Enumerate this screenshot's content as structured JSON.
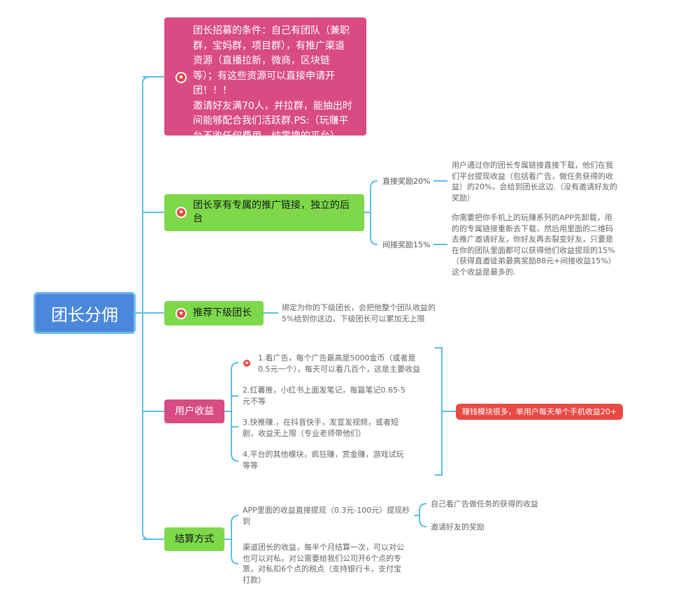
{
  "root": {
    "label": "团长分佣"
  },
  "recruit": {
    "lines": [
      "团长招募的条件：自己有团队（兼职",
      "群，宝妈群，项目群），有推广渠道",
      "资源（直播拉新，微商，区块链",
      "等）；有这些资源可以直接申请开",
      "团！！！",
      "邀请好友满70人，并拉群，能抽出时",
      "间能够配合我们活跃群.PS:（玩赚平",
      "台不收任何费用，纯零撸的平台）"
    ]
  },
  "exclusive": {
    "lines": [
      "团长享有专属的推广链接，独立的后",
      "台"
    ],
    "direct_label": "直接奖励20%",
    "direct_desc": [
      "用户通过你的团长专属链接直接下载，他们在我",
      "们平台提现收益（包括看广告，做任务获得的收",
      "益）的20%，会给到团长这边.（没有邀请好友的",
      "奖励）"
    ],
    "indirect_label": "间接奖励15%",
    "indirect_desc": [
      "你需要把你手机上的玩赚系列的APP先卸载，用",
      "的的专属链接重新去下载，然后用里面的二维码",
      "去推广邀请好友，你好友再去裂变好友，只要是",
      "在你的团队里面都可以获得他们收益提现的15%",
      "（获得直邀徒弟最高奖励88元+间接收益15%）",
      "这个收益是最多的."
    ]
  },
  "recommend": {
    "label": "推荐下级团长",
    "desc": [
      "绑定为你的下级团长，会把他整个团队收益的",
      "5%给到你这边，下级团长可以累加无上限"
    ]
  },
  "earnings": {
    "label": "用户收益",
    "items": [
      [
        "1.看广告，每个广告最高是5000金币（或者是",
        "0.5元一个），每天可以看几百个，这是主要收益"
      ],
      [
        "2.红薯推，小红书上面发笔记，每篇笔记0.65-5",
        "元不等"
      ],
      [
        "3.快推赚.，在抖音快手，发宣发视频，或者短",
        "剧，收益无上限（专业老师带他们）"
      ],
      [
        "4.平台的其他模块，疯狂赚，赏金赚，游戏试玩",
        "等等"
      ]
    ],
    "summary": "赚钱模块很多，单用户每天单个手机收益20+"
  },
  "settlement": {
    "label": "结算方式",
    "app_withdraw": [
      "APP里面的收益直接提现（0.3元-100元）提现秒",
      "到"
    ],
    "sub1": "自己看广告做任务的获得的收益",
    "sub2": "邀请好友的奖励",
    "channel": [
      "渠道团长的收益，每半个月结算一次，可以对公",
      "也可以对私，对公需要给我们公司开6个点的专",
      "票，对私扣6个点的税点（支持银行卡，支付宝",
      "打款）"
    ]
  },
  "colors": {
    "pink": "#d94b83",
    "green": "#7dd94a",
    "root": "#4a88dc",
    "connector": "#5bbde8",
    "badge": "#e94a44"
  },
  "icons": {
    "star": "star-icon"
  }
}
